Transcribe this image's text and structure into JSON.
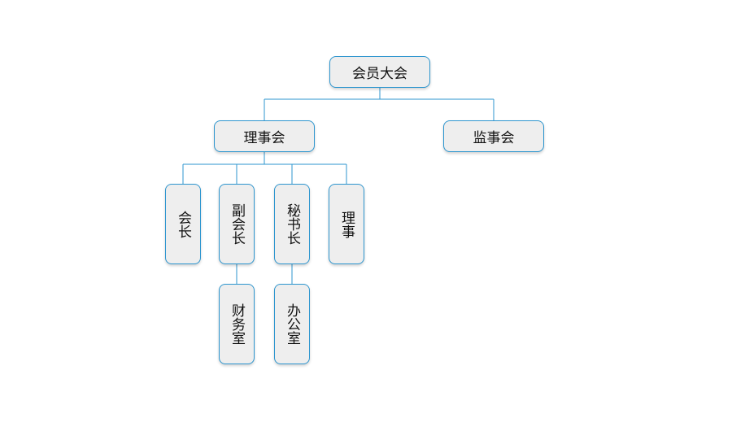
{
  "diagram": {
    "type": "org-chart",
    "line_color": "#2e96cf",
    "node_fill": "#eeeeee",
    "nodes": {
      "assembly": "会员大会",
      "council": "理事会",
      "supervisory": "监事会",
      "president": "会长",
      "vice_president": "副会长",
      "secretary_general": "秘书长",
      "director": "理事",
      "finance": "财务室",
      "office": "办公室"
    },
    "edges": [
      [
        "会员大会",
        "理事会"
      ],
      [
        "会员大会",
        "监事会"
      ],
      [
        "理事会",
        "会长"
      ],
      [
        "理事会",
        "副会长"
      ],
      [
        "理事会",
        "秘书长"
      ],
      [
        "理事会",
        "理事"
      ],
      [
        "副会长",
        "财务室"
      ],
      [
        "秘书长",
        "办公室"
      ]
    ]
  }
}
